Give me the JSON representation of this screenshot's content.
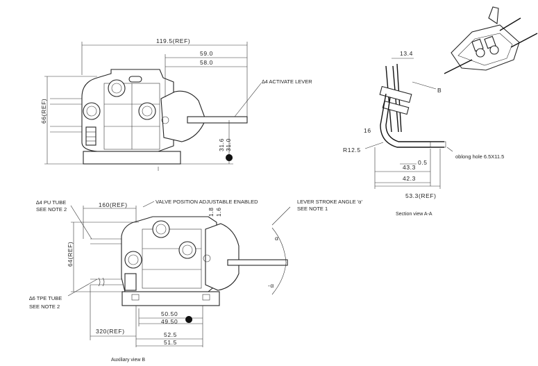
{
  "top_view": {
    "dim_width": "119.5(REF)",
    "dim_a_upper": "59.0",
    "dim_a_lower": "58.0",
    "dim_height": "66(REF)",
    "dim_v_upper": "31.6",
    "dim_v_lower": "31.0",
    "activate_label": "∆4 ACTIVATE LEVER"
  },
  "aux_view": {
    "pu_tube_line1": "∆4 PU TUBE",
    "pu_tube_line2": "SEE NOTE 2",
    "dim_160": "160(REF)",
    "valve_label": "VALVE POSITION ADJUSTABLE ENABLED",
    "dim_18": "1.8",
    "dim_16": "1.6",
    "lever_line1": "LEVER STROKE ANGLE 'α'",
    "lever_line2": "SEE NOTE 1",
    "dim_64": "64(REF)",
    "angle_pos": "α",
    "angle_neg": "-α",
    "tpe_tube_line1": "∆6 TPE TUBE",
    "tpe_tube_line2": "SEE NOTE 2",
    "dim_5050": "50.50",
    "dim_4950": "49.50",
    "dim_320": "320(REF)",
    "dim_525": "52.5",
    "dim_515": "51.5",
    "caption": "Auxiliary view B"
  },
  "section_view": {
    "dim_134": "13.4",
    "label_b": "B",
    "dim_16": "16",
    "dim_r125": "R12.5",
    "dim_05": "0.5",
    "dim_433": "43.3",
    "dim_423": "42.3",
    "dim_533": "53.3(REF)",
    "oblong": "oblong hole 6.5X11.5",
    "caption": "Section view A-A"
  },
  "colors": {
    "line": "#222222",
    "background": "#ffffff"
  }
}
